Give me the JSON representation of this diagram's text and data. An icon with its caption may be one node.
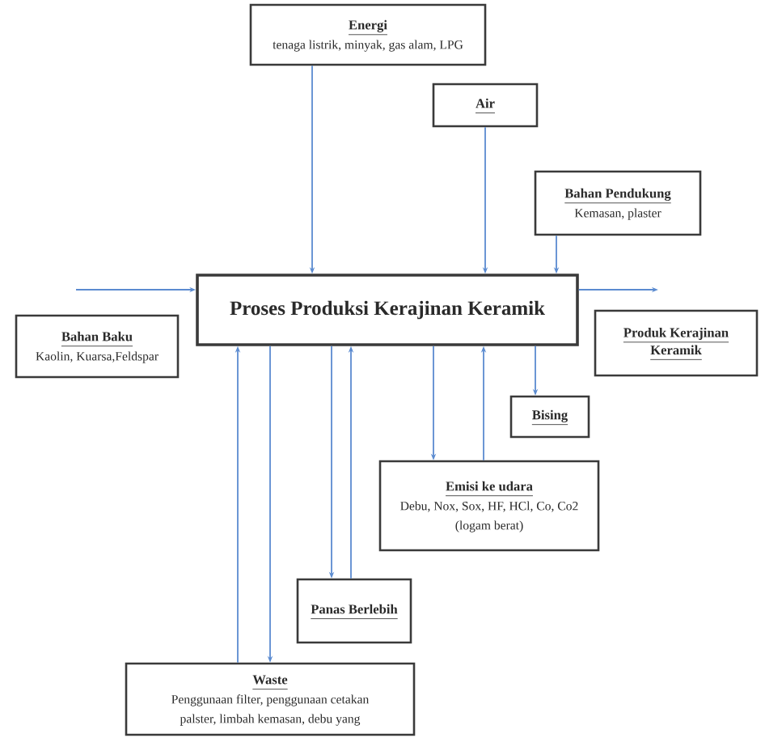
{
  "diagram": {
    "nodes": [
      {
        "text": [
          "Energi",
          "tenaga listrik, minyak, gas alam, LPG"
        ]
      },
      {
        "text": [
          "Air"
        ]
      },
      {
        "text": [
          "Bahan Pendukung",
          "Kemasan, plaster"
        ]
      },
      {
        "text": [
          "Proses Produksi Kerajinan Keramik"
        ]
      },
      {
        "text": [
          "Bahan Baku",
          "Kaolin, Kuarsa,Feldspar"
        ]
      },
      {
        "text": [
          "Produk Kerajinan Keramik"
        ]
      },
      {
        "text": [
          "Bising"
        ]
      },
      {
        "text": [
          "Emisi ke udara",
          "Debu, Nox, Sox, HF, HCl, Co, Co2 (logam berat)"
        ]
      },
      {
        "text": [
          "Panas Berlebih"
        ]
      },
      {
        "text": [
          "Waste",
          "Penggunaan filter, penggunaan cetakan palster, limbah kemasan, debu yang"
        ]
      }
    ],
    "edges": [
      {
        "from": 0,
        "to": 3,
        "arrow": "to"
      },
      {
        "from": 1,
        "to": 3,
        "arrow": "to"
      },
      {
        "from": 2,
        "to": 3,
        "arrow": "to"
      },
      {
        "from": null,
        "to": 3,
        "arrow": "to"
      },
      {
        "from": 3,
        "to": null,
        "arrow": "to"
      },
      {
        "from": 9,
        "to": 3,
        "arrow": "to"
      },
      {
        "from": 3,
        "to": 9,
        "arrow": "to"
      },
      {
        "from": 3,
        "to": 8,
        "arrow": "to"
      },
      {
        "from": 8,
        "to": 3,
        "arrow": "to"
      },
      {
        "from": 3,
        "to": 7,
        "arrow": "to"
      },
      {
        "from": 7,
        "to": 3,
        "arrow": "to"
      },
      {
        "from": 3,
        "to": 6,
        "arrow": "to"
      }
    ]
  }
}
